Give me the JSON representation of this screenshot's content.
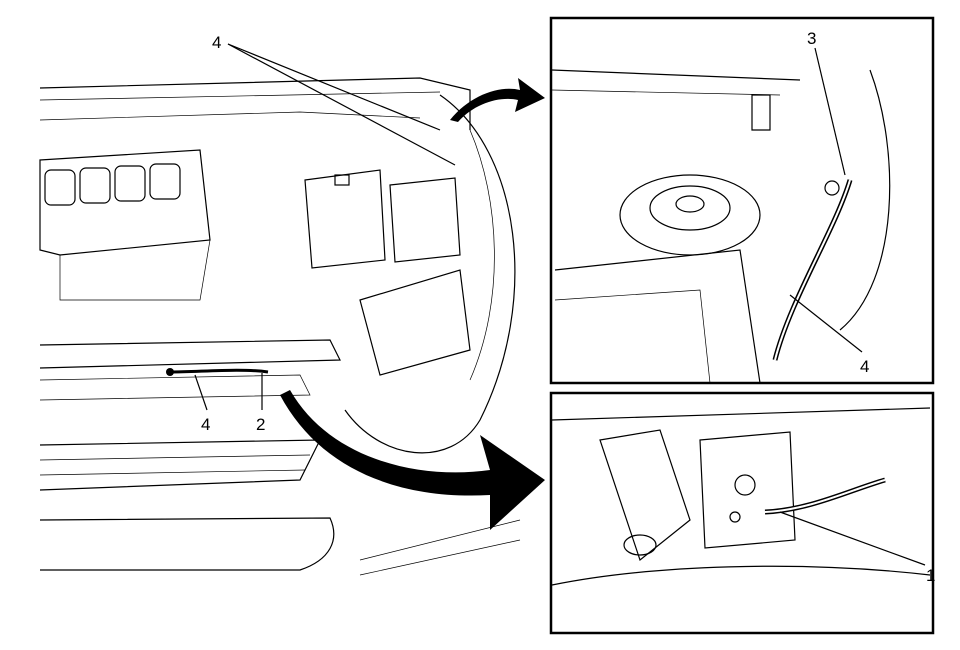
{
  "diagram": {
    "callouts": {
      "main_top": "4",
      "main_bottom_left": "4",
      "main_bottom_right": "2",
      "inset_top_upper": "3",
      "inset_top_lower": "4",
      "inset_bottom": "1"
    },
    "colors": {
      "line": "#000000",
      "background": "#ffffff"
    }
  }
}
